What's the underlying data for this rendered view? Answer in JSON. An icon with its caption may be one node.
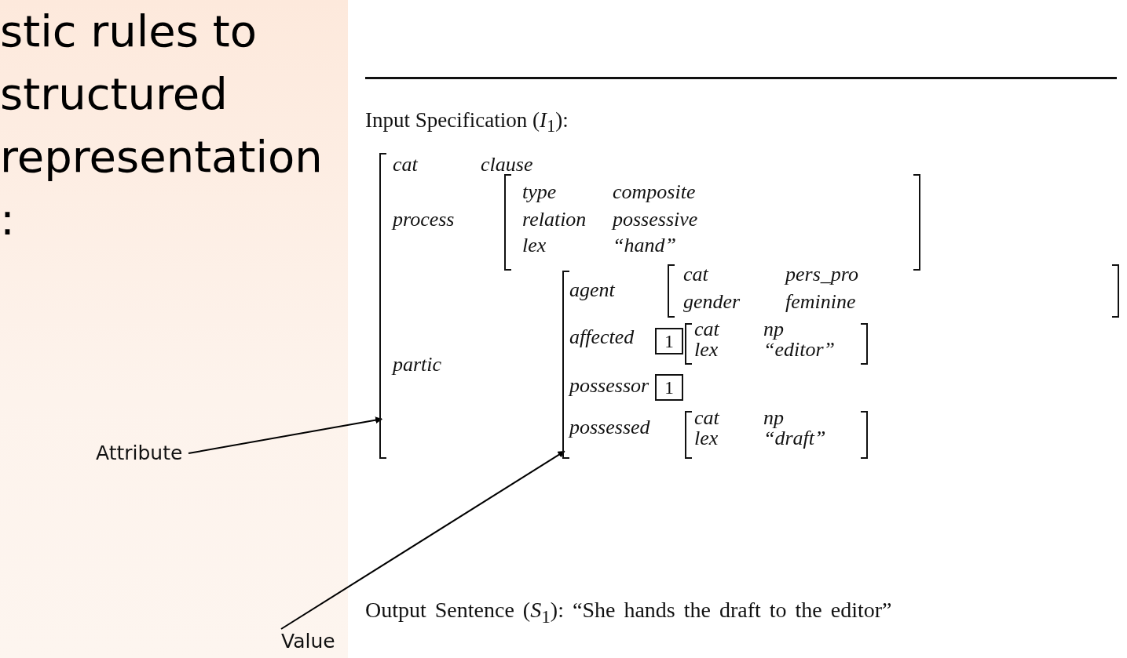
{
  "diagram": {
    "nodes": [
      {
        "text": [
          "Attribute"
        ]
      },
      {
        "text": [],
        "shape": "bracket"
      },
      {
        "text": [
          "Value"
        ]
      },
      {
        "text": [],
        "shape": "bracket"
      }
    ],
    "edges": [
      {
        "from": 0,
        "to": 1,
        "arrow": "to"
      },
      {
        "from": 2,
        "to": 3,
        "arrow": "to"
      }
    ],
    "labels": [
      "stic rules to structured representation :",
      "Input Specification (*I*$_{1}$):",
      "cat",
      "clause",
      "process",
      "type",
      "composite",
      "relation",
      "possessive",
      "lex",
      "“hand”",
      "agent",
      "cat",
      "pers_pro",
      "gender",
      "feminine",
      "affected",
      "1",
      "cat",
      "np",
      "partic",
      "lex",
      "“editor”",
      "possessor",
      "1",
      "possessed",
      "cat",
      "np",
      "lex",
      "“draft”",
      "Output Sentence (*S*$_{1}$): “She hands the draft to the editor”"
    ]
  }
}
